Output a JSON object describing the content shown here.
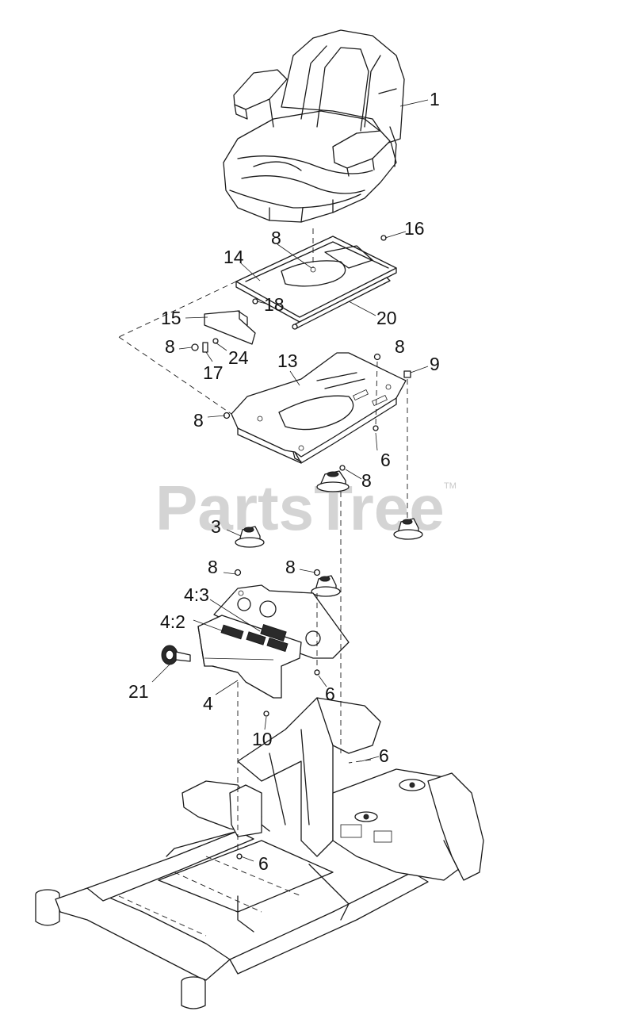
{
  "watermark": {
    "text": "PartsTree",
    "trademark": "TM"
  },
  "callouts": [
    {
      "id": "c-1",
      "text": "1"
    },
    {
      "id": "c-16",
      "text": "16"
    },
    {
      "id": "c-8a",
      "text": "8"
    },
    {
      "id": "c-14",
      "text": "14"
    },
    {
      "id": "c-15",
      "text": "15"
    },
    {
      "id": "c-18",
      "text": "18"
    },
    {
      "id": "c-20",
      "text": "20"
    },
    {
      "id": "c-8b",
      "text": "8"
    },
    {
      "id": "c-24",
      "text": "24"
    },
    {
      "id": "c-17",
      "text": "17"
    },
    {
      "id": "c-8c",
      "text": "8"
    },
    {
      "id": "c-13",
      "text": "13"
    },
    {
      "id": "c-9",
      "text": "9"
    },
    {
      "id": "c-8d",
      "text": "8"
    },
    {
      "id": "c-6a",
      "text": "6"
    },
    {
      "id": "c-8e",
      "text": "8"
    },
    {
      "id": "c-3",
      "text": "3"
    },
    {
      "id": "c-8f",
      "text": "8"
    },
    {
      "id": "c-8g",
      "text": "8"
    },
    {
      "id": "c-4-3",
      "text": "4:3"
    },
    {
      "id": "c-4-2",
      "text": "4:2"
    },
    {
      "id": "c-21",
      "text": "21"
    },
    {
      "id": "c-4",
      "text": "4"
    },
    {
      "id": "c-6b",
      "text": "6"
    },
    {
      "id": "c-10",
      "text": "10"
    },
    {
      "id": "c-6c",
      "text": "6"
    },
    {
      "id": "c-6d",
      "text": "6"
    }
  ]
}
